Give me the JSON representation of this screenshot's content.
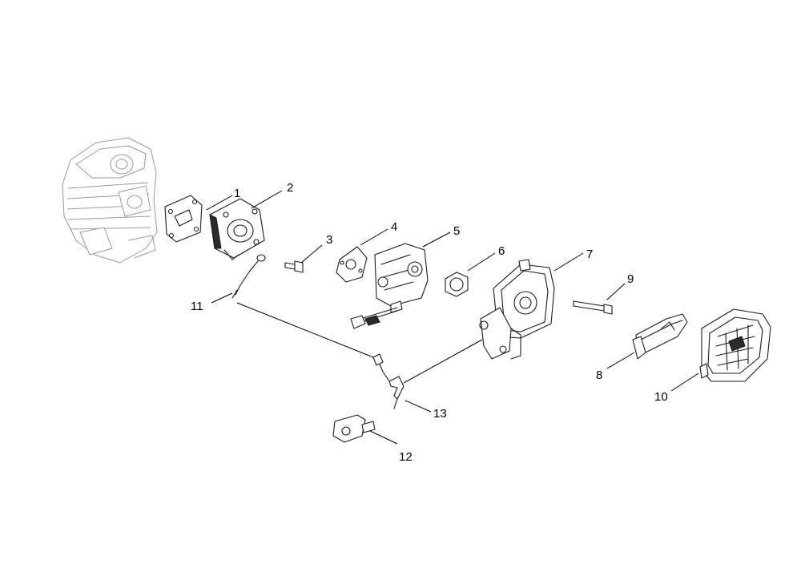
{
  "callouts": [
    {
      "id": "1",
      "label": "1"
    },
    {
      "id": "2",
      "label": "2"
    },
    {
      "id": "3",
      "label": "3"
    },
    {
      "id": "4",
      "label": "4"
    },
    {
      "id": "5",
      "label": "5"
    },
    {
      "id": "6",
      "label": "6"
    },
    {
      "id": "7",
      "label": "7"
    },
    {
      "id": "8",
      "label": "8"
    },
    {
      "id": "9",
      "label": "9"
    },
    {
      "id": "10",
      "label": "10"
    },
    {
      "id": "11",
      "label": "11"
    },
    {
      "id": "12",
      "label": "12"
    },
    {
      "id": "13",
      "label": "13"
    }
  ],
  "colors": {
    "line": "#1a1a1a",
    "ghost": "#9a9a9a",
    "background": "#ffffff"
  }
}
